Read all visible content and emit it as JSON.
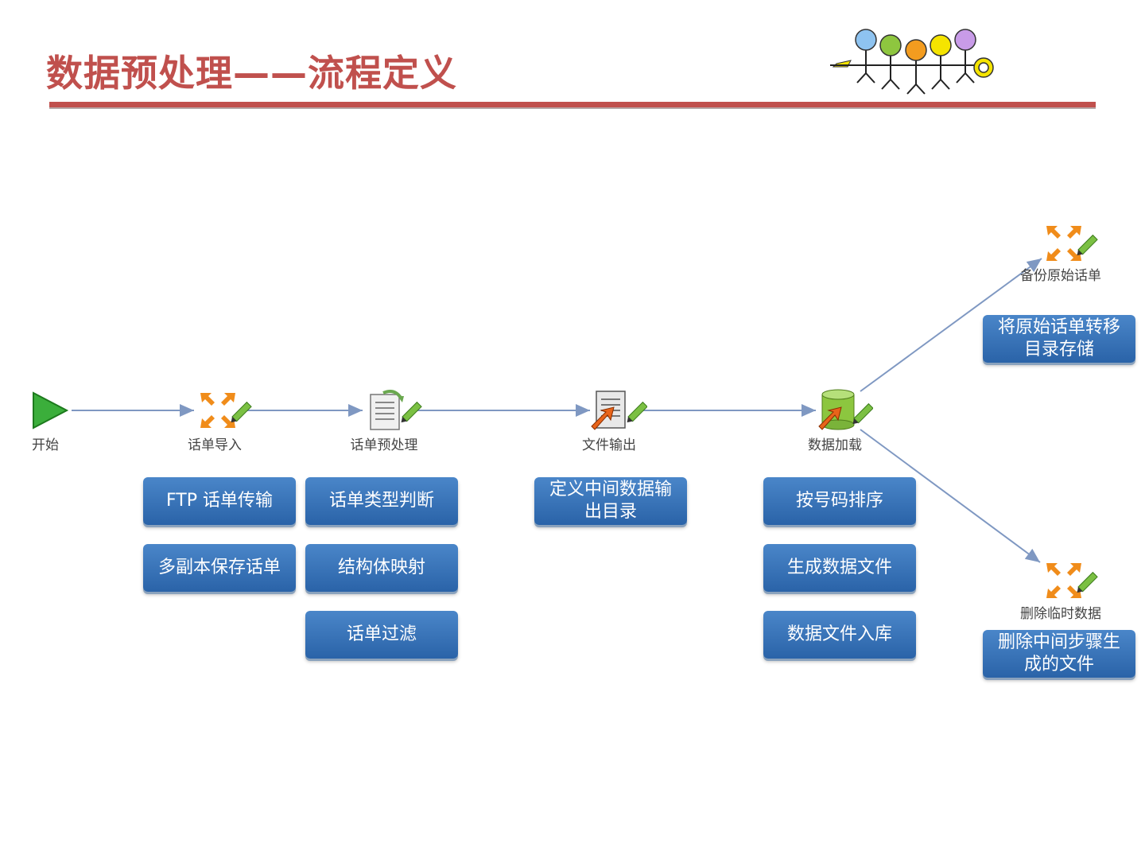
{
  "title": "数据预处理——流程定义",
  "colors": {
    "accent": "#c0504d",
    "box": "#3b76bd",
    "connector": "#7f98c2"
  },
  "nodes": {
    "start": {
      "label": "开始",
      "icon": "play-icon"
    },
    "import": {
      "label": "话单导入",
      "icon": "arrows-converge-icon"
    },
    "preprocess": {
      "label": "话单预处理",
      "icon": "document-process-icon"
    },
    "file_output": {
      "label": "文件输出",
      "icon": "document-output-icon"
    },
    "data_load": {
      "label": "数据加载",
      "icon": "database-load-icon"
    },
    "backup": {
      "label": "备份原始话单",
      "icon": "arrows-converge-icon"
    },
    "delete_temp": {
      "label": "删除临时数据",
      "icon": "arrows-converge-icon"
    }
  },
  "steps": {
    "import": [
      "FTP 话单传输",
      "多副本保存话单"
    ],
    "preprocess": [
      "话单类型判断",
      "结构体映射",
      "话单过滤"
    ],
    "file_output": [
      "定义中间数据输出目录"
    ],
    "data_load": [
      "按号码排序",
      "生成数据文件",
      "数据文件入库"
    ],
    "backup": [
      "将原始话单转移目录存储"
    ],
    "delete_temp": [
      "删除中间步骤生成的文件"
    ]
  }
}
